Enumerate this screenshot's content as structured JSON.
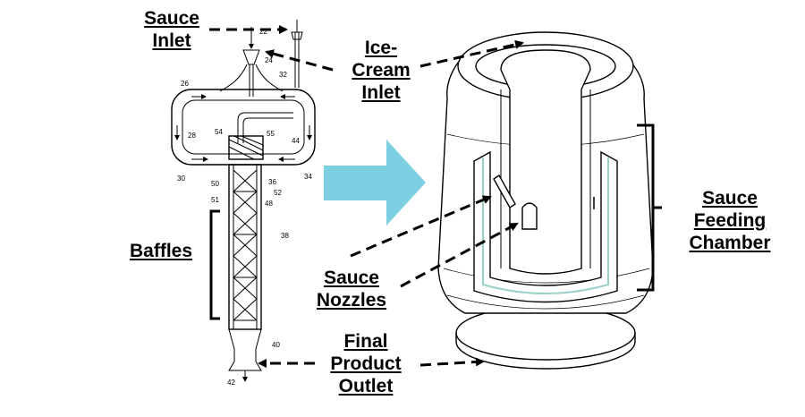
{
  "labels": {
    "sauce_inlet": [
      "Sauce",
      "Inlet"
    ],
    "ice_cream_inlet": [
      "Ice-",
      "Cream",
      "Inlet"
    ],
    "baffles": "Baffles",
    "sauce_feeding_chamber": [
      "Sauce",
      "Feeding",
      "Chamber"
    ],
    "sauce_nozzles": [
      "Sauce",
      "Nozzles"
    ],
    "final_product_outlet": [
      "Final",
      "Product",
      "Outlet"
    ]
  },
  "reference_numbers": {
    "n22": "22",
    "n24": "24",
    "n26": "26",
    "n32": "32",
    "n28": "28",
    "n54": "54",
    "n55": "55",
    "n44": "44",
    "n30": "30",
    "n34": "34",
    "n50": "50",
    "n36": "36",
    "n52": "52",
    "n51": "51",
    "n48": "48",
    "n38": "38",
    "n40": "40",
    "n42": "42"
  },
  "colors": {
    "arrow": "#7ecfe2",
    "line": "#000000",
    "hatch": "#9ad0c8"
  }
}
